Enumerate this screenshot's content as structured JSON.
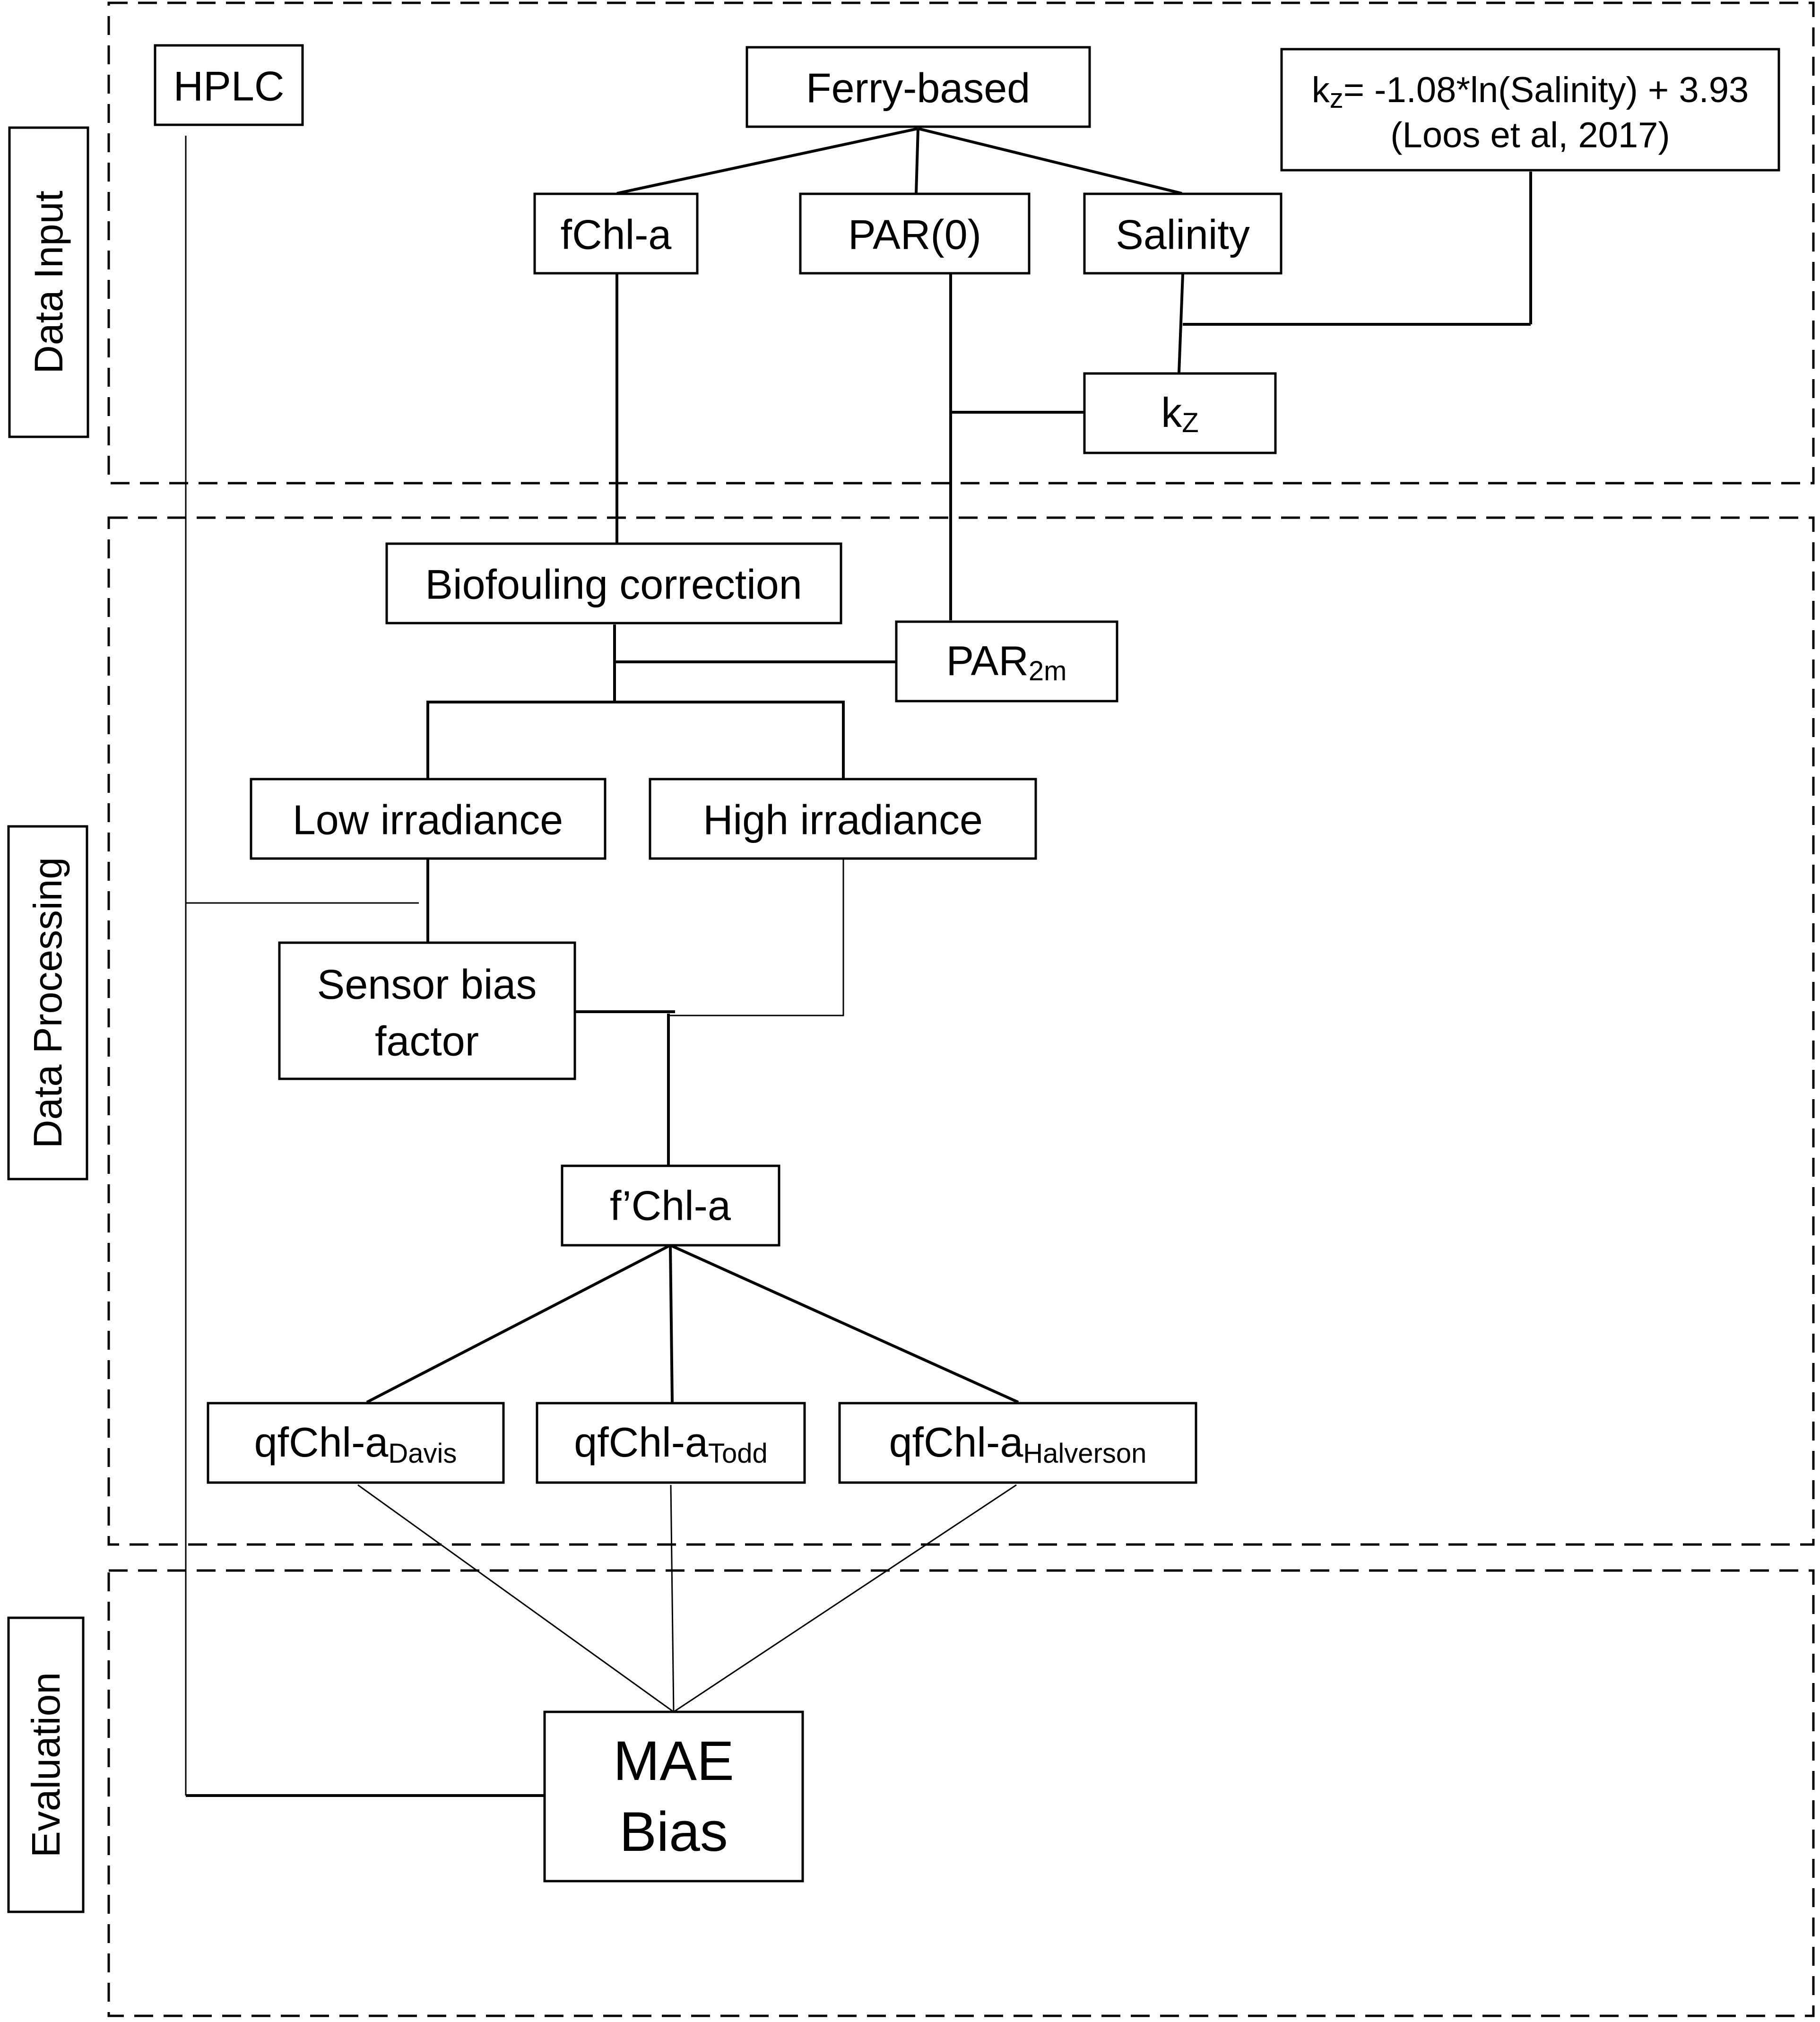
{
  "sections": {
    "input": "Data Input",
    "processing": "Data Processing",
    "evaluation": "Evaluation"
  },
  "nodes": {
    "hplc": "HPLC",
    "ferry": "Ferry-based",
    "formula_k": "k",
    "formula_k_sub": "z",
    "formula_rest": "= -1.08*ln(Salinity) + 3.93",
    "formula_ref": "(Loos et al, 2017)",
    "fchl": "fChl-a",
    "par0": "PAR(0)",
    "salinity": "Salinity",
    "kz_main": "k",
    "kz_sub": "Z",
    "biofouling": "Biofouling correction",
    "par2m_main": "PAR",
    "par2m_sub": "2m",
    "low_irr": "Low irradiance",
    "high_irr": "High irradiance",
    "sensor_line1": "Sensor bias",
    "sensor_line2": "factor",
    "fprime": "f’Chl-a",
    "q_main": "qfChl-a",
    "q_davis": "Davis",
    "q_todd": "Todd",
    "q_halverson": "Halverson",
    "mae": "MAE",
    "bias": "Bias"
  }
}
